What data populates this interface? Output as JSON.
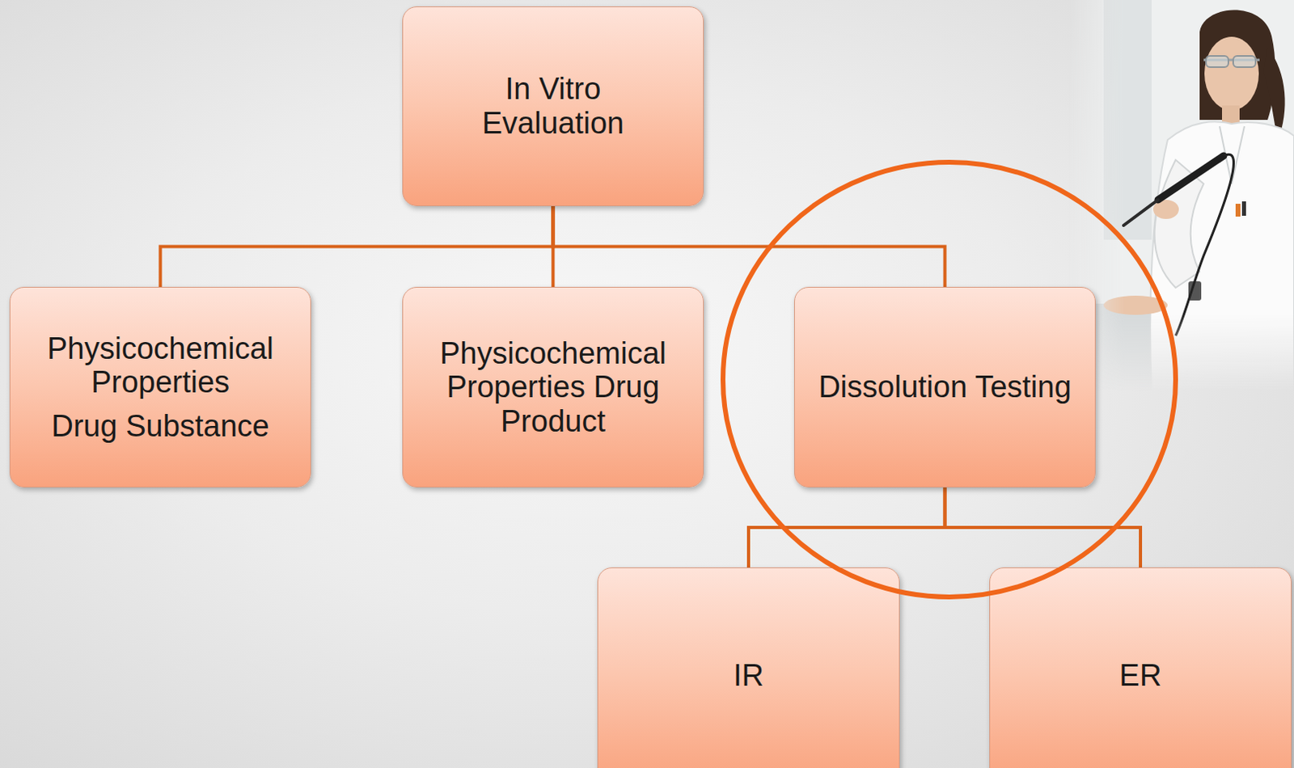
{
  "diagram": {
    "nodes": [
      {
        "text": [
          "In Vitro Evaluation"
        ]
      },
      {
        "text": [
          "Physicochemical Properties",
          "Drug Substance"
        ]
      },
      {
        "text": [
          "Physicochemical Properties Drug Product"
        ]
      },
      {
        "text": [
          "Dissolution Testing"
        ]
      },
      {
        "text": [
          "IR"
        ]
      },
      {
        "text": [
          "ER"
        ]
      }
    ],
    "edges": [
      {
        "from": 0,
        "to": 1,
        "arrow": "none"
      },
      {
        "from": 0,
        "to": 2,
        "arrow": "none"
      },
      {
        "from": 0,
        "to": 3,
        "arrow": "none"
      },
      {
        "from": 3,
        "to": 4,
        "arrow": "none"
      },
      {
        "from": 3,
        "to": 5,
        "arrow": "none"
      }
    ]
  }
}
